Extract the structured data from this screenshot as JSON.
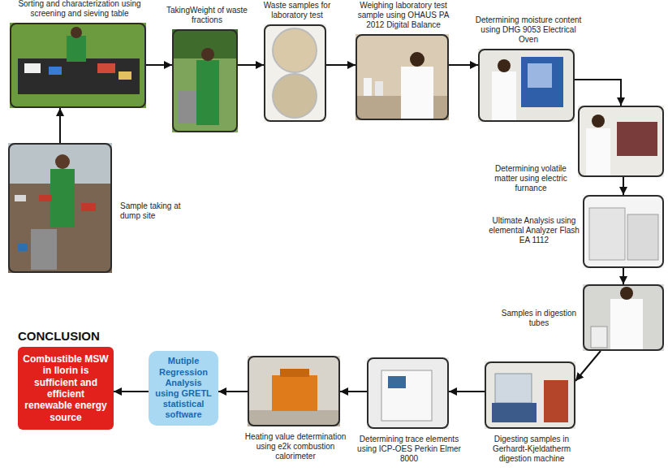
{
  "diagram": {
    "nodes": [
      {
        "text": [
          "Sample taking at dump site"
        ]
      },
      {
        "text": [
          "Sorting and characterization using screening and sieving table"
        ]
      },
      {
        "text": [
          "TakingWeight of waste fractions"
        ]
      },
      {
        "text": [
          "Waste samples for laboratory test"
        ]
      },
      {
        "text": [
          "Weighing laboratory test sample using OHAUS PA 2012 Digital Balance"
        ]
      },
      {
        "text": [
          "Determining moisture content using DHG 9053 Electrical Oven"
        ]
      },
      {
        "text": [
          "Determining volatile matter using electric furnance"
        ]
      },
      {
        "text": [
          "Ultimate Analysis using elemental Analyzer Flash EA 1112"
        ]
      },
      {
        "text": [
          "Samples in digestion tubes"
        ]
      },
      {
        "text": [
          "Digesting samples in Gerhardt-Kjeldatherm digestion machine"
        ]
      },
      {
        "text": [
          "Determining trace elements using ICP-OES Perkin Elmer 8000"
        ]
      },
      {
        "text": [
          "Heating value determination using e2k combustion calorimeter"
        ]
      },
      {
        "text": [
          "Mutiple Regression Analysis using GRETL statistical software"
        ]
      },
      {
        "text": [
          "CONCLUSION",
          "Combustible MSW in Ilorin is sufficient and efficient renewable energy source"
        ]
      }
    ],
    "edges": [
      {
        "from": 0,
        "to": 1,
        "arrow": "to"
      },
      {
        "from": 1,
        "to": 2,
        "arrow": "to"
      },
      {
        "from": 2,
        "to": 3,
        "arrow": "to"
      },
      {
        "from": 3,
        "to": 4,
        "arrow": "to"
      },
      {
        "from": 4,
        "to": 5,
        "arrow": "to"
      },
      {
        "from": 5,
        "to": 6,
        "arrow": "to"
      },
      {
        "from": 6,
        "to": 7,
        "arrow": "to"
      },
      {
        "from": 7,
        "to": 8,
        "arrow": "to"
      },
      {
        "from": 8,
        "to": 9,
        "arrow": "to"
      },
      {
        "from": 9,
        "to": 10,
        "arrow": "to"
      },
      {
        "from": 10,
        "to": 11,
        "arrow": "to"
      },
      {
        "from": 11,
        "to": 12,
        "arrow": "to"
      },
      {
        "from": 12,
        "to": 13,
        "arrow": "to"
      }
    ]
  }
}
